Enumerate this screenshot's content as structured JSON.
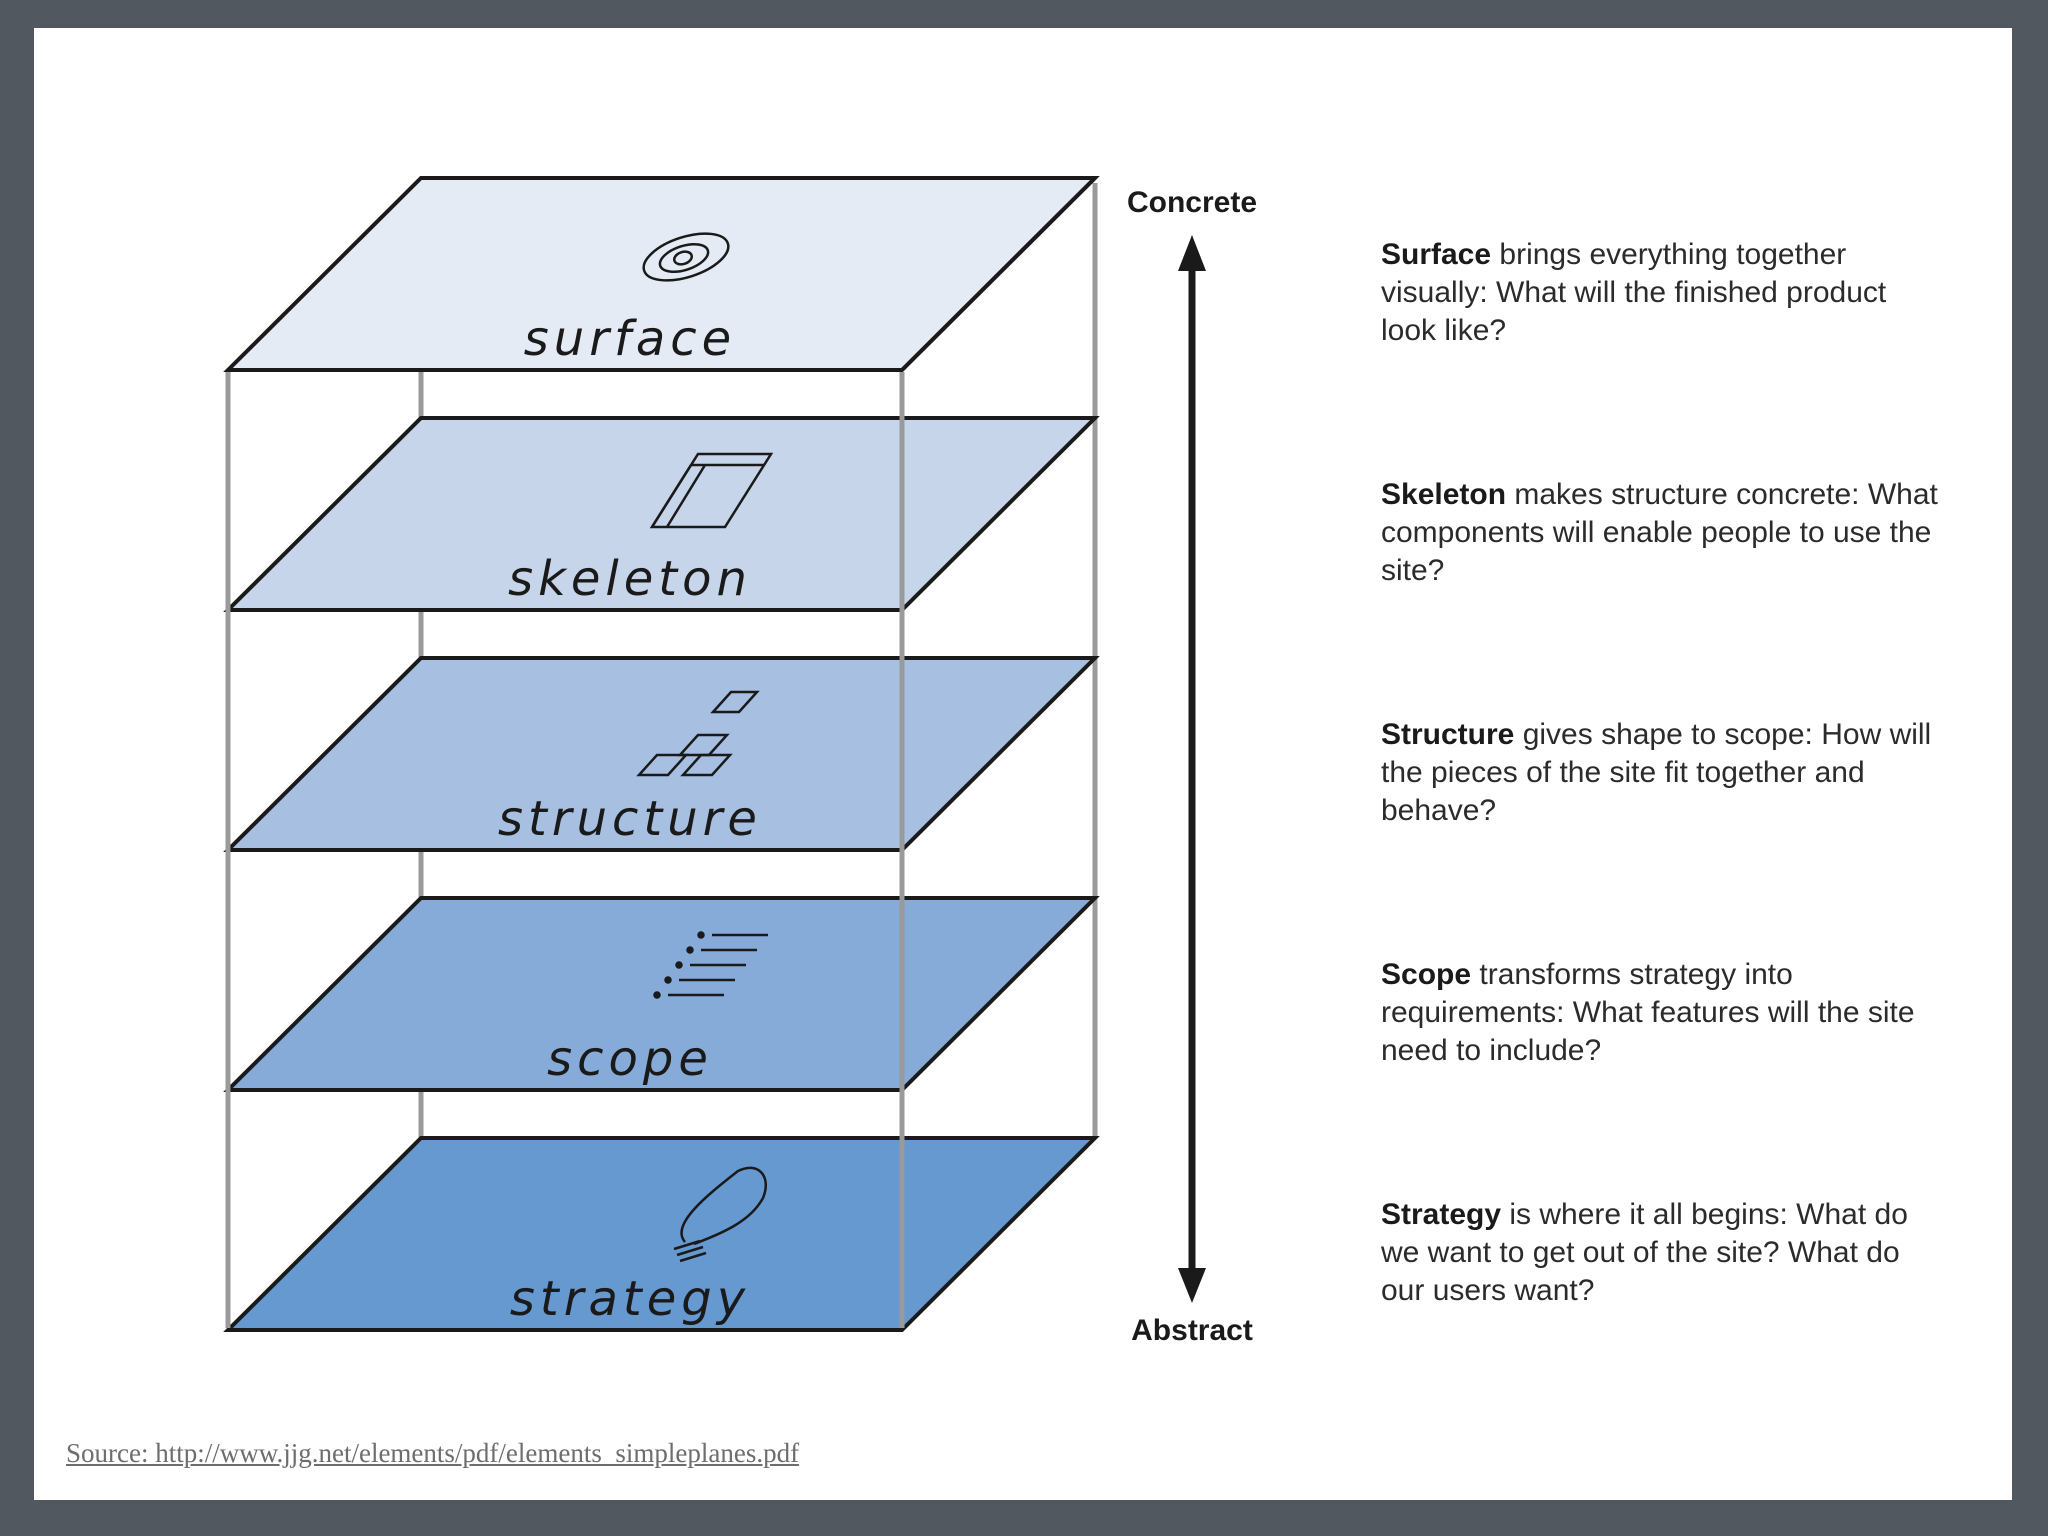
{
  "axis": {
    "top_label": "Concrete",
    "bottom_label": "Abstract"
  },
  "planes": [
    {
      "id": "surface",
      "label": "surface",
      "fill": "#e4ebf5",
      "icon": "eye-icon",
      "title": "Surface",
      "description": " brings everything together visually: What will the finished product look like?"
    },
    {
      "id": "skeleton",
      "label": "skeleton",
      "fill": "#c6d5ea",
      "icon": "wireframe-icon",
      "title": "Skeleton",
      "description": " makes structure concrete: What components will enable people to use the site?"
    },
    {
      "id": "structure",
      "label": "structure",
      "fill": "#a7c0e1",
      "icon": "hierarchy-icon",
      "title": "Structure",
      "description": " gives shape to scope: How will the pieces of the site fit together and behave?"
    },
    {
      "id": "scope",
      "label": "scope",
      "fill": "#87abd8",
      "icon": "list-icon",
      "title": "Scope",
      "description": " transforms strategy into requirements: What features will the site need to include?"
    },
    {
      "id": "strategy",
      "label": "strategy",
      "fill": "#6699d0",
      "icon": "lightbulb-icon",
      "title": "Strategy",
      "description": " is where it all begins: What do we want to get out of the site? What do our users want?"
    }
  ],
  "source": {
    "text": "Source: http://www.jjg.net/elements/pdf/elements_simpleplanes.pdf"
  }
}
